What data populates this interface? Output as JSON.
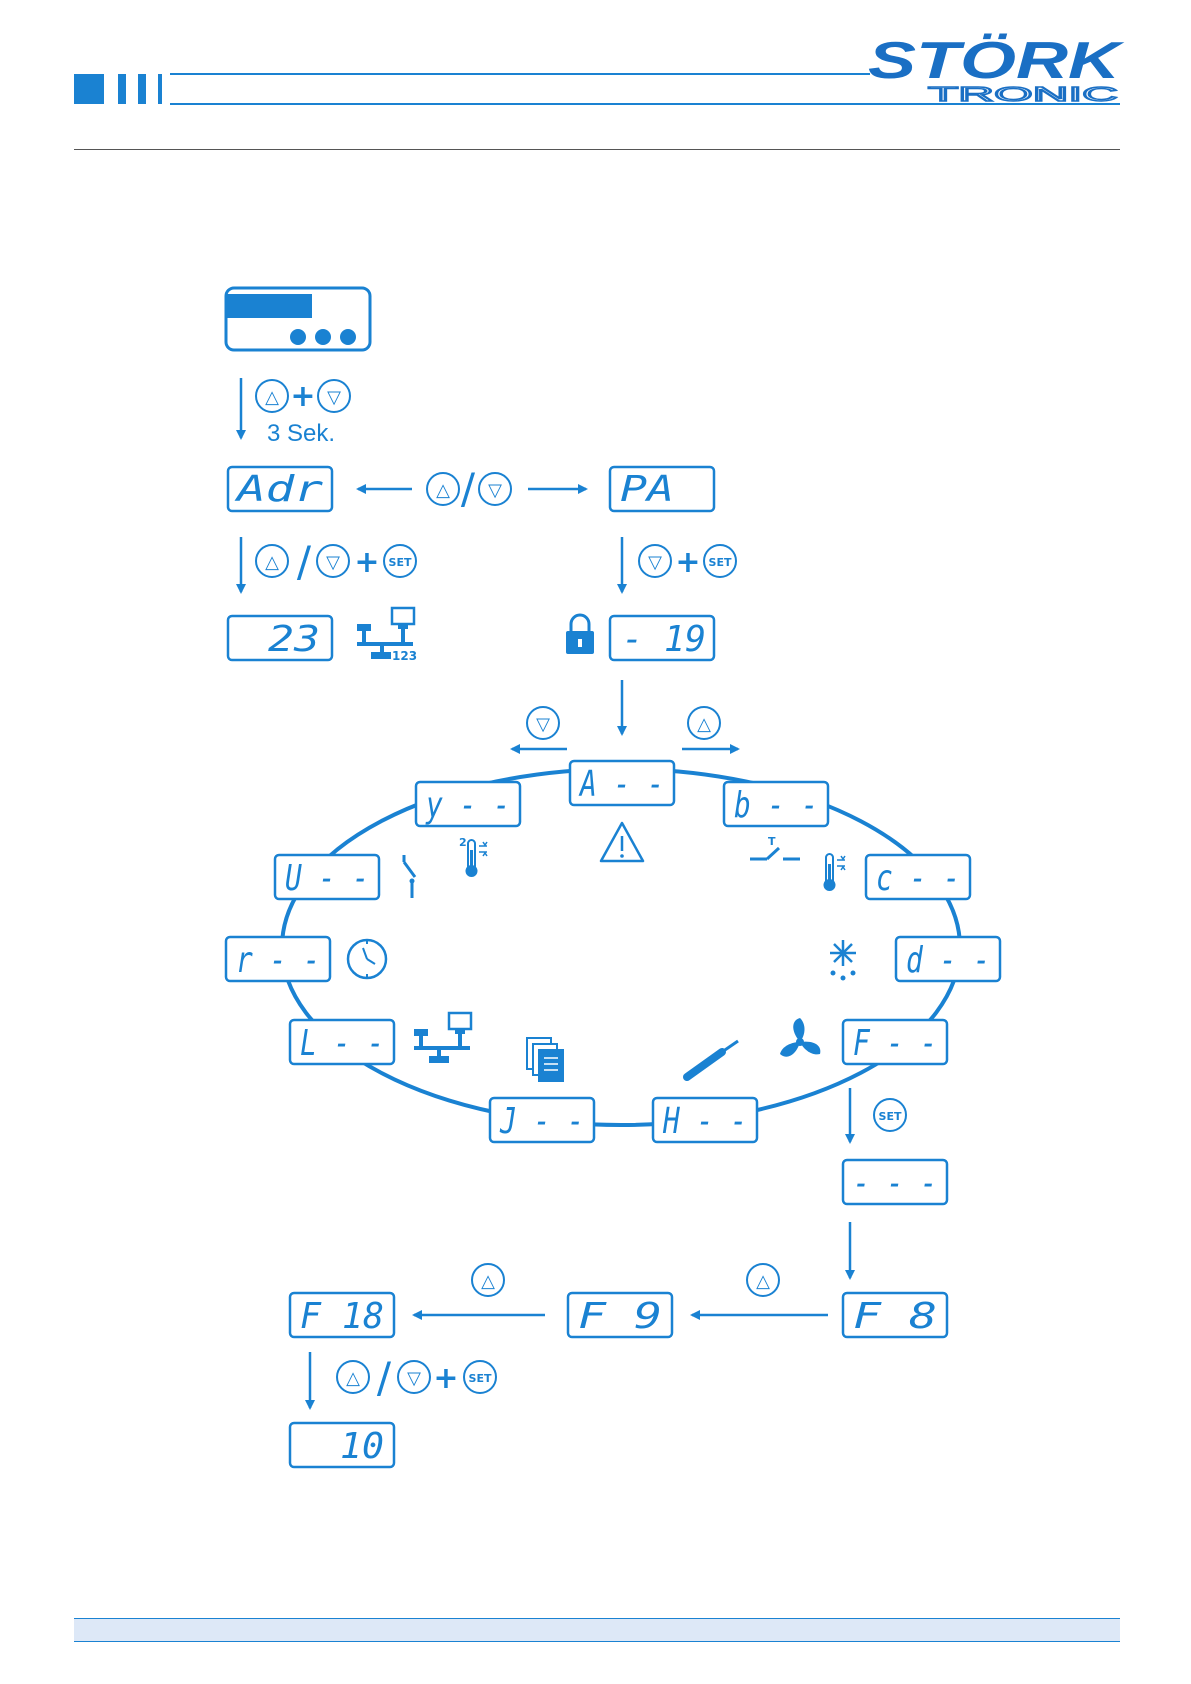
{
  "brand": {
    "name": "STÖRK",
    "sub": "TRONIC",
    "color": "#1a6fc4"
  },
  "accent": "#1a82d2",
  "entry": {
    "hold_time": "3 Sek."
  },
  "displays": {
    "adr": "Adr",
    "pa": "PA",
    "addr_value": "23",
    "pass_value": "- 19",
    "network_digits": "123",
    "group_a": "A - -",
    "group_b": "b - -",
    "group_c": "c - -",
    "group_d": "d - -",
    "group_f": "F - -",
    "group_h": "H - -",
    "group_j": "J - -",
    "group_l": "L - -",
    "group_r": "r - -",
    "group_u": "U - -",
    "group_y": "y - -",
    "dashes": "- - -",
    "f8": "F  8",
    "f9": "F  9",
    "f18": "F 18",
    "value_10": "10"
  },
  "keys": {
    "up": "△",
    "down": "▽",
    "set": "SET",
    "plus": "+",
    "slash": "/"
  },
  "icons": {
    "lock": "lock-icon",
    "network": "network-icon",
    "warning": "warning-icon",
    "thermo": "thermometer-icon",
    "thermo2": "thermometer-2-icon",
    "switch": "switch-icon",
    "relay": "relay-icon",
    "clock": "clock-icon",
    "defrost": "defrost-icon",
    "fan": "fan-icon",
    "documents": "documents-icon",
    "sensor": "sensor-probe-icon"
  }
}
